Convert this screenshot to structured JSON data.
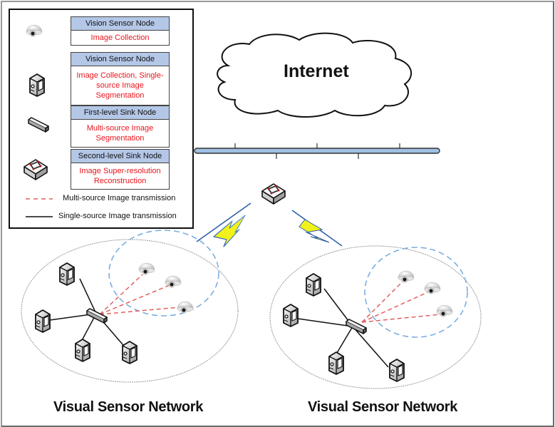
{
  "legend": {
    "entries": [
      {
        "icon": "dome-camera-icon",
        "title": "Vision Sensor Node",
        "description": "Image Collection"
      },
      {
        "icon": "camcorder-icon",
        "title": "Vision Sensor Node",
        "description": "Image Collection, Single-source Image Segmentation"
      },
      {
        "icon": "hub-bar-icon",
        "title": "First-level Sink Node",
        "description": "Multi-source Image Segmentation"
      },
      {
        "icon": "switch-icon",
        "title": "Second-level Sink Node",
        "description": "Image Super-resolution Reconstruction"
      }
    ],
    "line_keys": [
      {
        "style": "dashed-red",
        "label": "Multi-source Image transmission"
      },
      {
        "style": "solid-black",
        "label": "Single-source Image transmission"
      }
    ]
  },
  "cloud": {
    "label": "Internet"
  },
  "networks": [
    {
      "caption": "Visual Sensor Network"
    },
    {
      "caption": "Visual Sensor Network"
    }
  ],
  "colors": {
    "legend_header": "#b4c7e7",
    "legend_text_red": "#e8141c",
    "multi_source_line": "#e06060",
    "cluster_circle": "#7aaee0",
    "backbone_bus": "#9fc0e4",
    "lightning": "#f2f21a"
  }
}
